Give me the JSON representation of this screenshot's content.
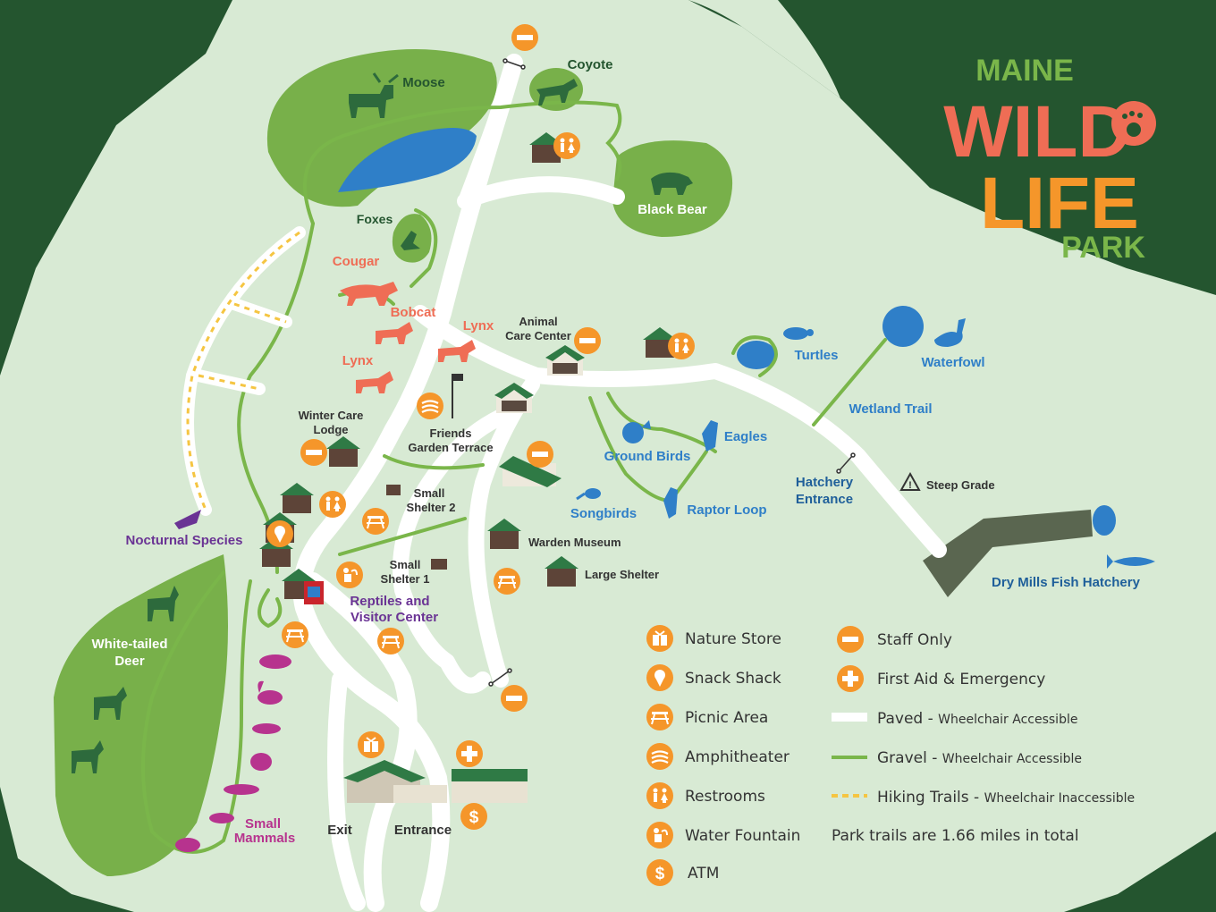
{
  "title": {
    "line1": "MAINE",
    "line2": "WILD",
    "line3": "LIFE",
    "line4": "PARK"
  },
  "colors": {
    "dark_green": "#24552f",
    "park_green": "#d8ead4",
    "enclosure_green": "#78b04a",
    "path_white": "#ffffff",
    "gravel": "#7ab64a",
    "orange": "#f5962a",
    "salmon": "#ef6d55",
    "blue": "#2f7fc8",
    "purple": "#6a3394",
    "magenta": "#b7338e",
    "hatchery_road": "#5a6650"
  },
  "areas": {
    "moose": "Moose",
    "coyote": "Coyote",
    "black_bear": "Black Bear",
    "foxes": "Foxes",
    "cougar": "Cougar",
    "bobcat": "Bobcat",
    "lynx_1": "Lynx",
    "lynx_2": "Lynx",
    "animal_care_center": [
      "Animal",
      "Care Center"
    ],
    "winter_care_lodge": [
      "Winter Care",
      "Lodge"
    ],
    "friends_garden_terrace": [
      "Friends",
      "Garden Terrace"
    ],
    "turtles": "Turtles",
    "waterfowl": "Waterfowl",
    "wetland_trail": "Wetland Trail",
    "eagles": "Eagles",
    "ground_birds": "Ground Birds",
    "songbirds": "Songbirds",
    "raptor_loop": "Raptor Loop",
    "hatchery_entrance": [
      "Hatchery",
      "Entrance"
    ],
    "steep_grade": "Steep Grade",
    "dry_mills": "Dry Mills Fish Hatchery",
    "small_shelter_2": [
      "Small",
      "Shelter 2"
    ],
    "small_shelter_1": [
      "Small",
      "Shelter 1"
    ],
    "warden_museum": "Warden Museum",
    "large_shelter": "Large Shelter",
    "nocturnal_species": "Nocturnal Species",
    "reptiles_visitor": [
      "Reptiles and",
      "Visitor Center"
    ],
    "white_tailed_deer": [
      "White-tailed",
      "Deer"
    ],
    "small_mammals": [
      "Small",
      "Mammals"
    ],
    "exit": "Exit",
    "entrance": "Entrance"
  },
  "legend": {
    "left": [
      {
        "icon": "gift-icon",
        "label": "Nature Store"
      },
      {
        "icon": "ice-cream-icon",
        "label": "Snack Shack"
      },
      {
        "icon": "picnic-table-icon",
        "label": "Picnic Area"
      },
      {
        "icon": "amphitheater-icon",
        "label": "Amphitheater"
      },
      {
        "icon": "restroom-icon",
        "label": "Restrooms"
      },
      {
        "icon": "water-fountain-icon",
        "label": "Water Fountain"
      },
      {
        "icon": "atm-icon",
        "label": "ATM"
      }
    ],
    "right": [
      {
        "icon": "minus-icon",
        "label": "Staff Only"
      },
      {
        "icon": "plus-icon",
        "label": "First Aid & Emergency"
      }
    ],
    "paths": [
      {
        "main": "Paved - ",
        "sub": "Wheelchair Accessible"
      },
      {
        "main": "Gravel - ",
        "sub": "Wheelchair Accessible"
      },
      {
        "main": "Hiking Trails - ",
        "sub": "Wheelchair Inaccessible"
      }
    ],
    "note": "Park trails are 1.66 miles in total"
  },
  "symbols": {
    "atm": "$"
  }
}
